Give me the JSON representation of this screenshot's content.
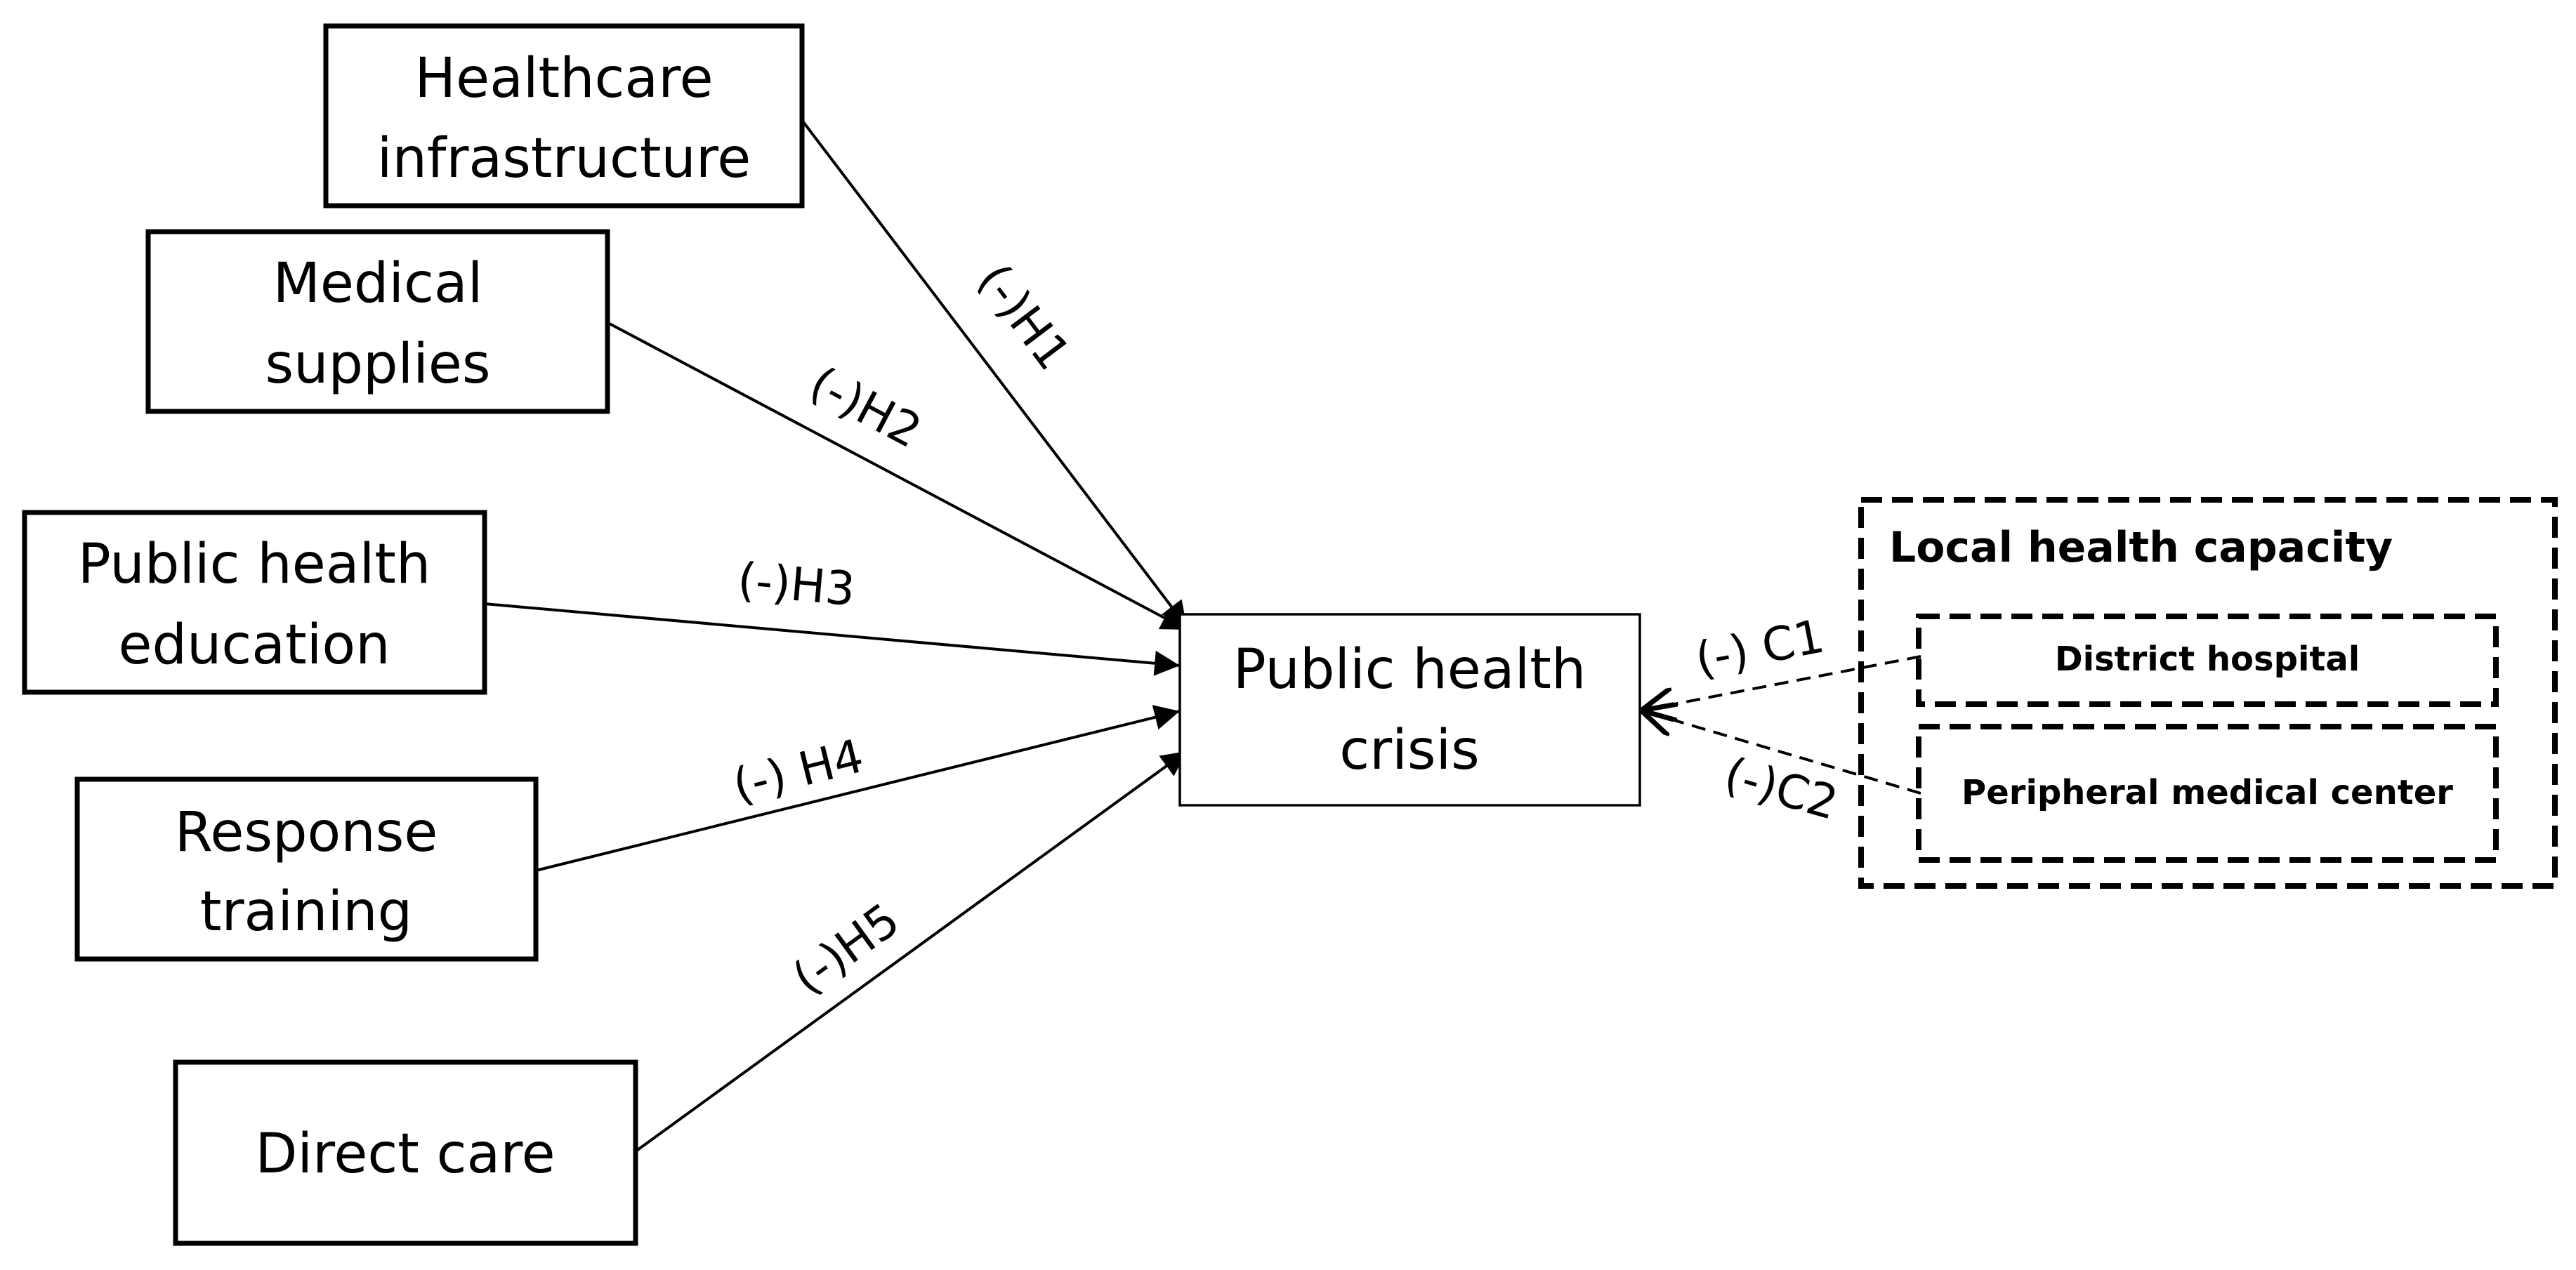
{
  "nodes": {
    "healthcare_infrastructure": {
      "line1": "Healthcare",
      "line2": "infrastructure"
    },
    "medical_supplies": {
      "line1": "Medical",
      "line2": "supplies"
    },
    "public_health_education": {
      "line1": "Public health",
      "line2": "education"
    },
    "response_training": {
      "line1": "Response",
      "line2": "training"
    },
    "direct_care": {
      "line1": "Direct care"
    },
    "public_health_crisis": {
      "line1": "Public health",
      "line2": "crisis"
    }
  },
  "group": {
    "title": "Local health capacity",
    "district_hospital": "District hospital",
    "peripheral_medical_center": "Peripheral medical center"
  },
  "edges": {
    "h1": "(-)H1",
    "h2": "(-)H2",
    "h3": "(-)H3",
    "h4": "(-) H4",
    "h5": "(-)H5",
    "c1": "(-) C1",
    "c2": "(-)C2"
  }
}
